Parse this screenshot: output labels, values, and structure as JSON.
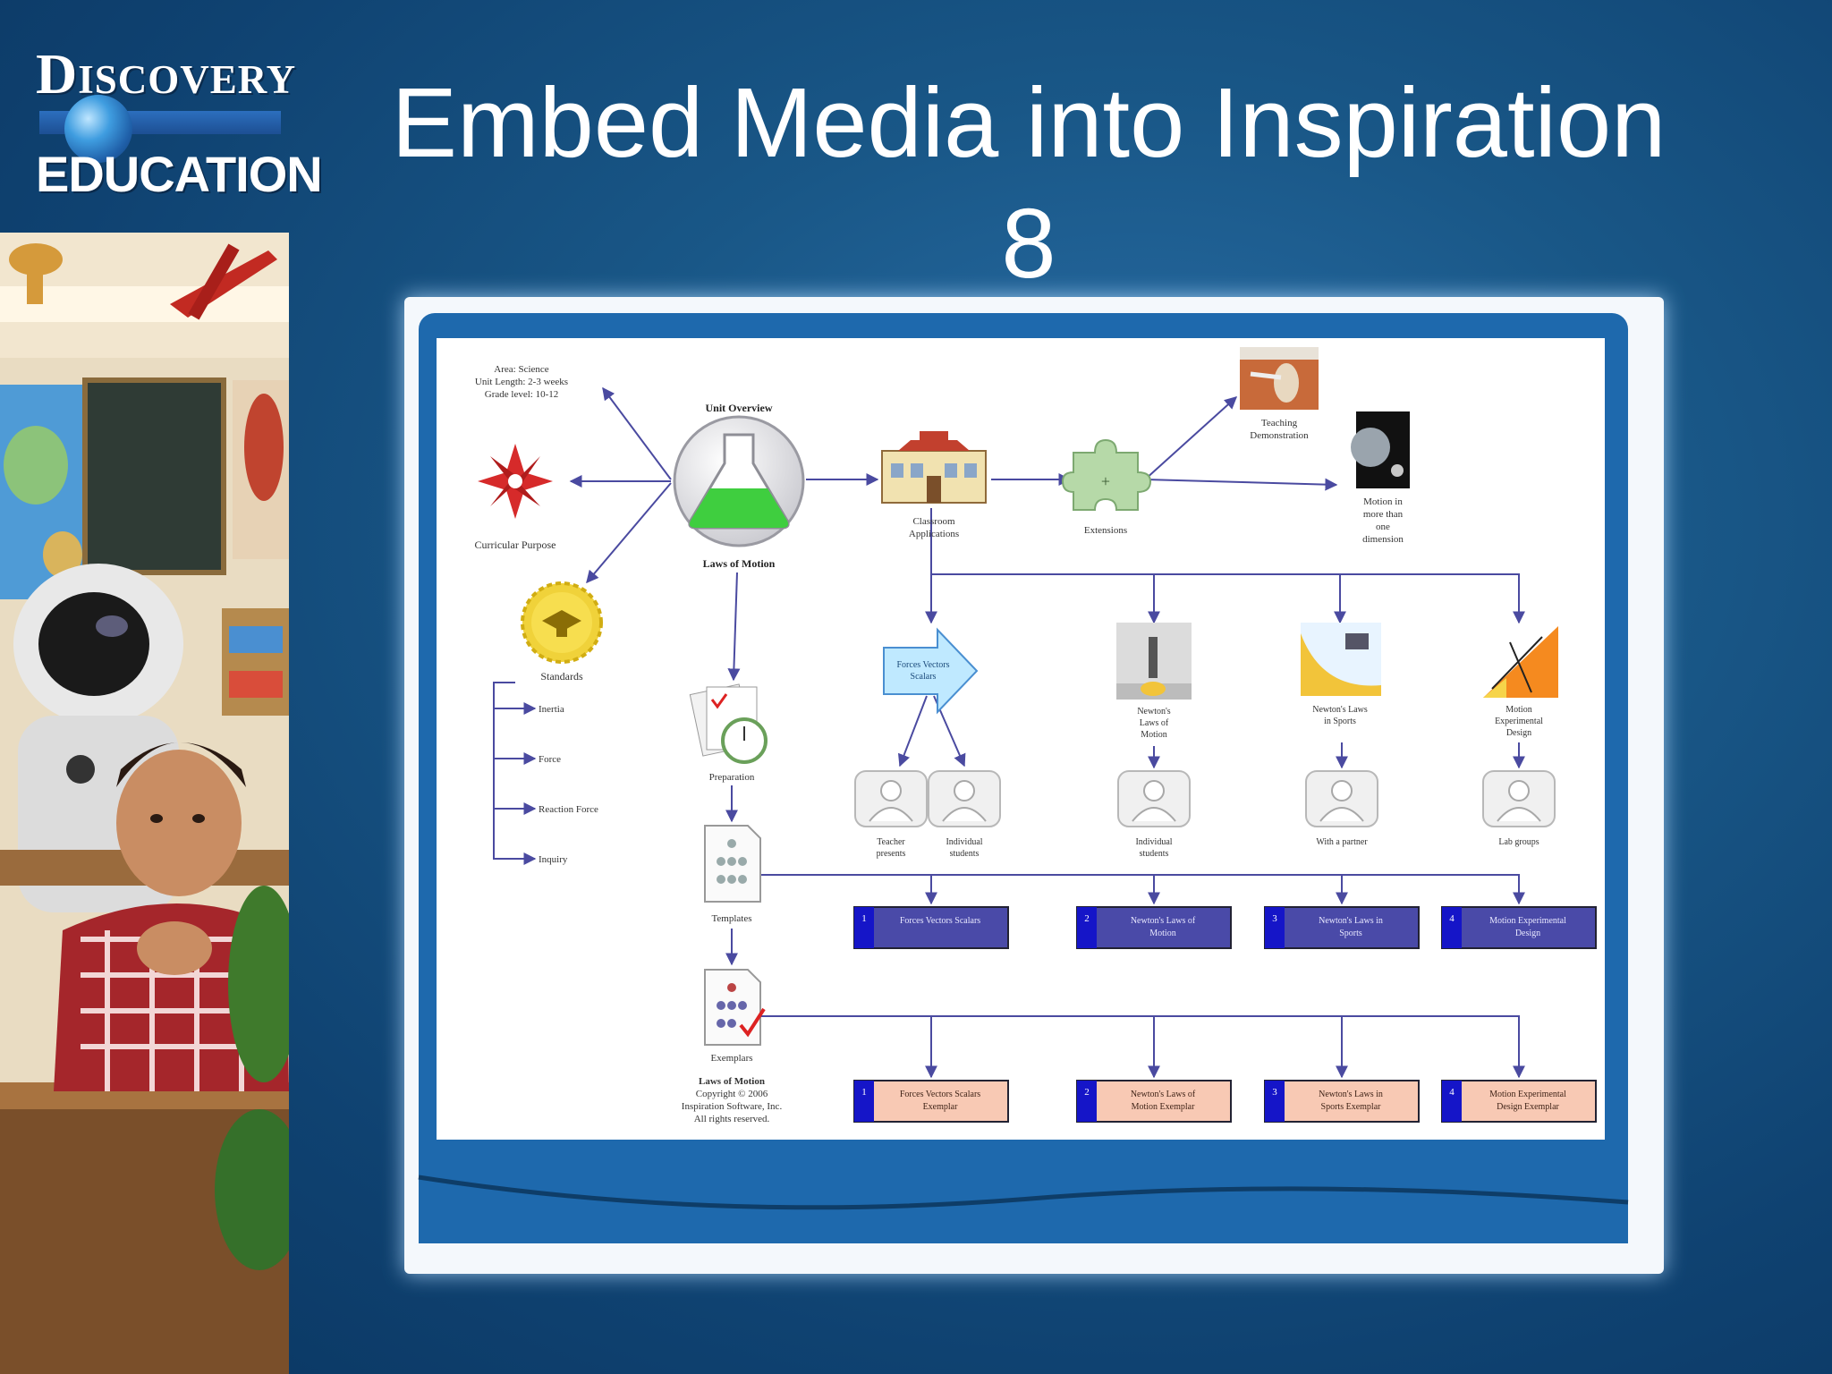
{
  "logo": {
    "top": "Discovery",
    "bottom": "EDUCATION"
  },
  "slide": {
    "title": "Embed Media into Inspiration 8"
  },
  "diagram": {
    "unit_note": [
      "Area: Science",
      "Unit Length: 2-3 weeks",
      "Grade level: 10-12"
    ],
    "unit_overview": "Unit Overview",
    "laws_of_motion": "Laws of Motion",
    "curricular_purpose": "Curricular Purpose",
    "standards": "Standards",
    "standards_items": [
      "Inertia",
      "Force",
      "Reaction Force",
      "Inquiry"
    ],
    "preparation": "Preparation",
    "templates": "Templates",
    "exemplars": "Exemplars",
    "copyright": [
      "Laws of Motion",
      "Copyright © 2006",
      "Inspiration Software, Inc.",
      "All rights reserved."
    ],
    "classroom_applications": [
      "Classroom",
      "Applications"
    ],
    "extensions": "Extensions",
    "teaching_demonstration": [
      "Teaching",
      "Demonstration"
    ],
    "motion_note": [
      "Motion in",
      "more than",
      "one",
      "dimension"
    ],
    "applications": [
      {
        "label": [
          "Forces Vectors",
          "Scalars"
        ],
        "group": [
          "Teacher",
          "presents"
        ]
      },
      {
        "label": [
          "Newton's",
          "Laws of",
          "Motion"
        ],
        "group": [
          "Individual",
          "students"
        ]
      },
      {
        "label": [
          "Newton's Laws",
          "in Sports"
        ],
        "group": [
          "With a partner"
        ]
      },
      {
        "label": [
          "Motion",
          "Experimental",
          "Design"
        ],
        "group": [
          "Lab groups"
        ]
      }
    ],
    "extra_group": [
      "Individual",
      "students"
    ],
    "template_boxes": [
      {
        "num": "1",
        "text": [
          "Forces Vectors Scalars"
        ]
      },
      {
        "num": "2",
        "text": [
          "Newton's Laws of",
          "Motion"
        ]
      },
      {
        "num": "3",
        "text": [
          "Newton's Laws in",
          "Sports"
        ]
      },
      {
        "num": "4",
        "text": [
          "Motion Experimental",
          "Design"
        ]
      }
    ],
    "exemplar_boxes": [
      {
        "num": "1",
        "text": [
          "Forces Vectors Scalars",
          "Exemplar"
        ]
      },
      {
        "num": "2",
        "text": [
          "Newton's Laws of",
          "Motion Exemplar"
        ]
      },
      {
        "num": "3",
        "text": [
          "Newton's Laws in",
          "Sports Exemplar"
        ]
      },
      {
        "num": "4",
        "text": [
          "Motion Experimental",
          "Design Exemplar"
        ]
      }
    ]
  },
  "colors": {
    "template_box": "#4a4aa8",
    "exemplar_box": "#f8c9b4",
    "number_tab": "#1515c8",
    "arrow": "#4a4aa0"
  }
}
